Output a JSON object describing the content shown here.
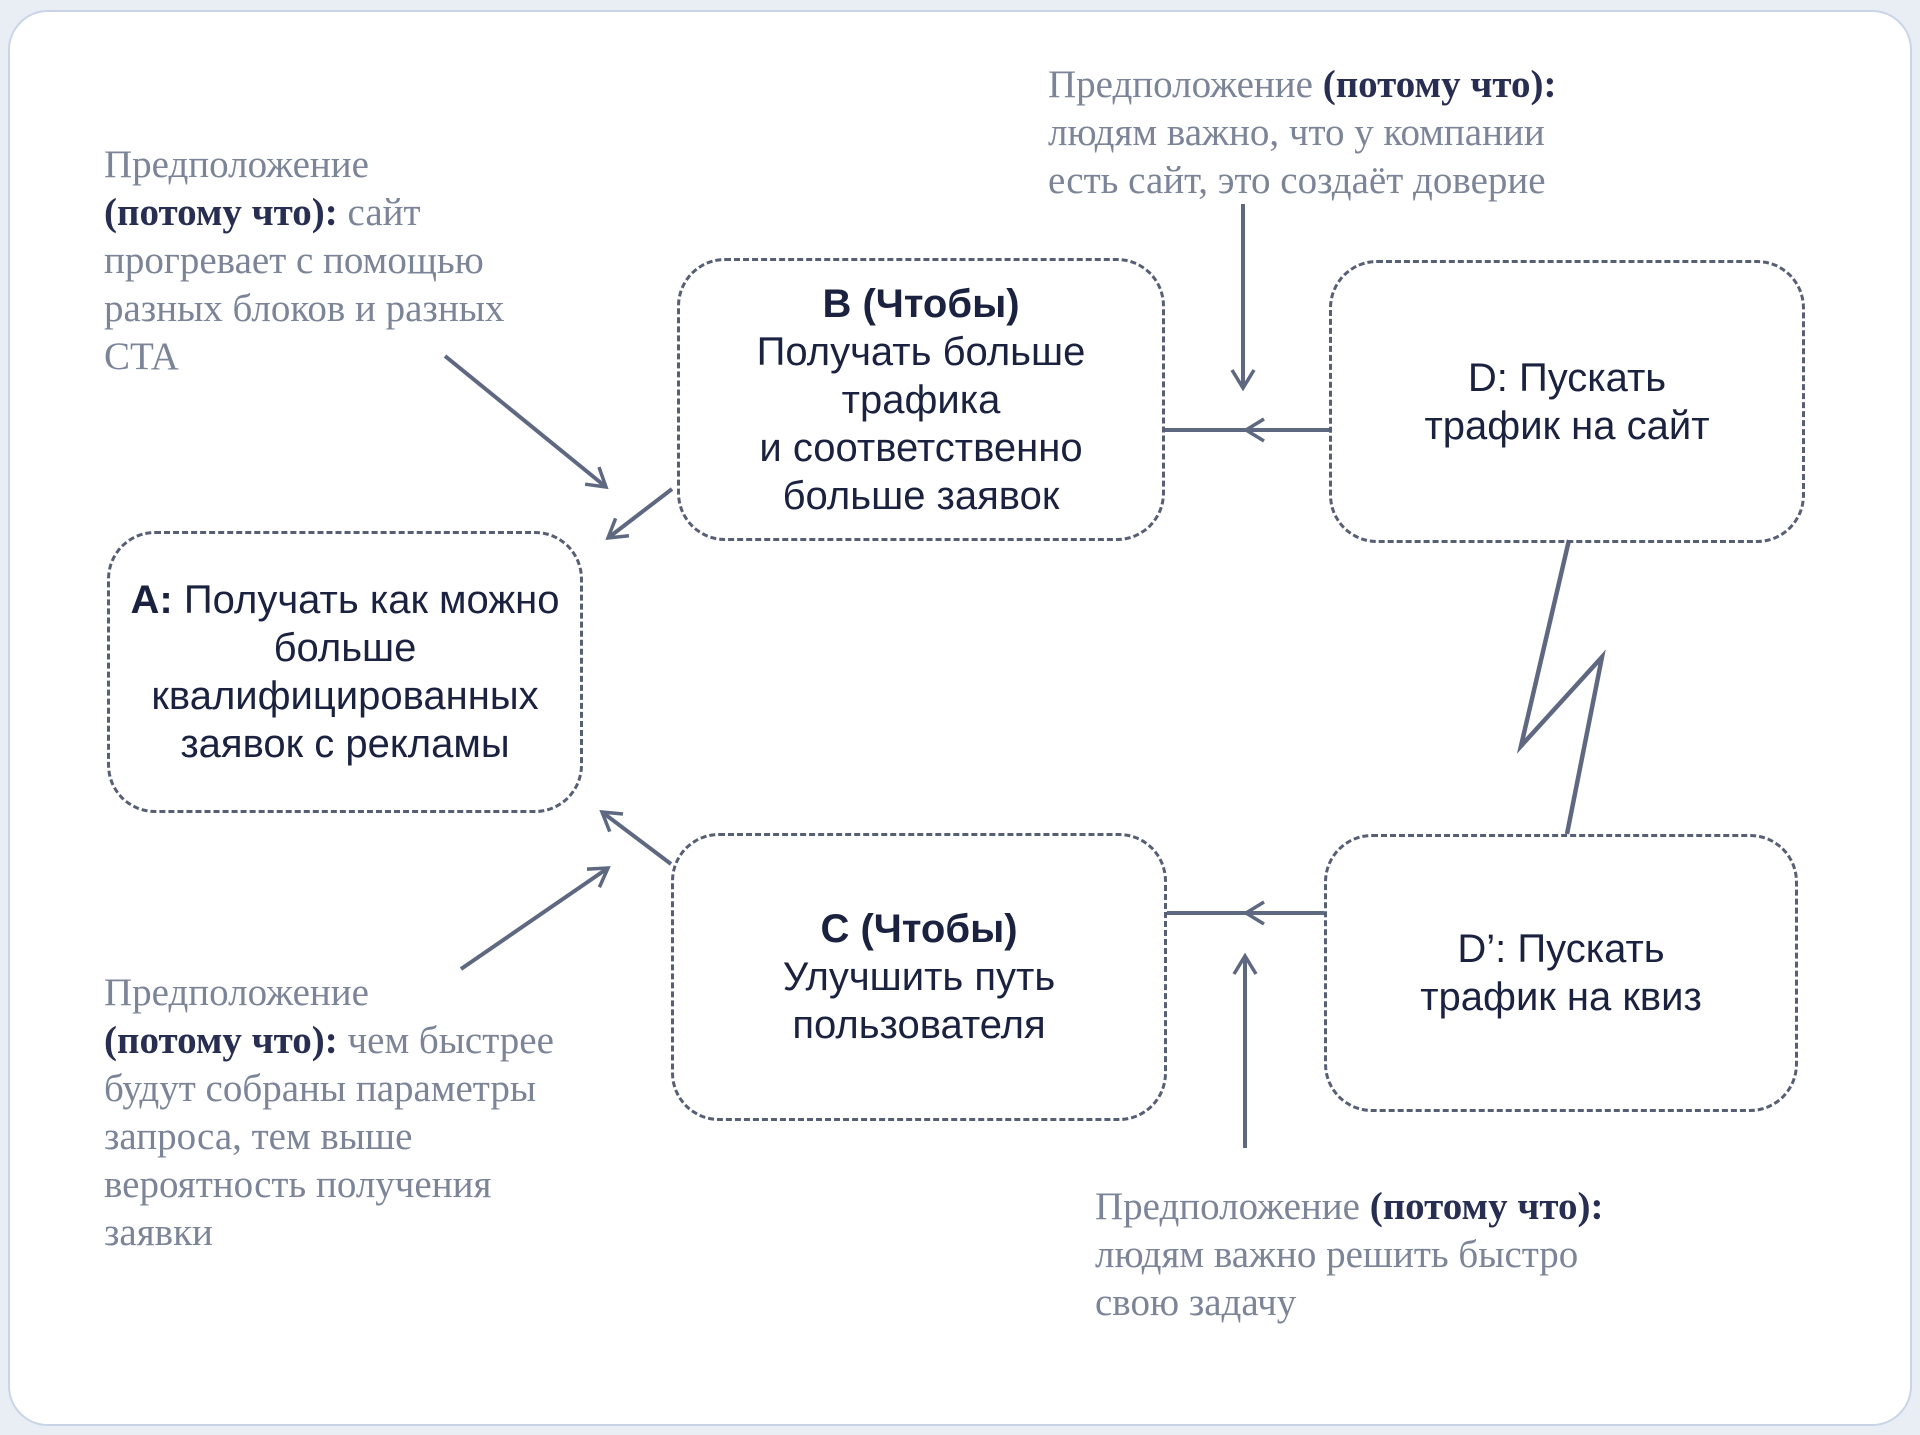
{
  "boxes": {
    "a": {
      "label": "A:",
      "first_line_rest": " Получать как можно",
      "lines": [
        "больше",
        "квалифицированных",
        "заявок с рекламы"
      ]
    },
    "b": {
      "title": "B (Чтобы)",
      "lines": [
        "Получать больше",
        "трафика",
        "и соответственно",
        "больше заявок"
      ]
    },
    "c": {
      "title": "C (Чтобы)",
      "lines": [
        "Улучшить путь",
        "пользователя"
      ]
    },
    "d": {
      "lines": [
        "D: Пускать",
        "трафик на сайт"
      ]
    },
    "d_prime": {
      "lines": [
        "D’: Пускать",
        "трафик на квиз"
      ]
    }
  },
  "annotations": {
    "top_left": {
      "intro": "Предположение",
      "keyword": "(потому что):",
      "after_keyword": " сайт",
      "lines": [
        "прогревает с помощью",
        "разных блоков и разных",
        "CTA"
      ]
    },
    "top_center": {
      "intro": "Предположение ",
      "keyword": "(потому что):",
      "lines": [
        "людям важно, что у компании",
        "есть сайт, это создаёт доверие"
      ]
    },
    "bottom_left": {
      "intro": "Предположение",
      "keyword": "(потому что):",
      "after_keyword": " чем быстрее",
      "lines": [
        "будут собраны параметры",
        "запроса, тем выше",
        "вероятность получения",
        "заявки"
      ]
    },
    "bottom_center": {
      "intro": "Предположение ",
      "keyword": "(потому что):",
      "lines": [
        "людям важно решить быстро",
        "свою задачу"
      ]
    }
  },
  "colors": {
    "page_bg": "#e9edf4",
    "card_bg": "#ffffff",
    "card_border": "#c9d5e6",
    "box_border": "#575f75",
    "box_text": "#1a2240",
    "annotation_gray": "#7c8498",
    "annotation_navy": "#272e52",
    "line": "#5e6880"
  }
}
